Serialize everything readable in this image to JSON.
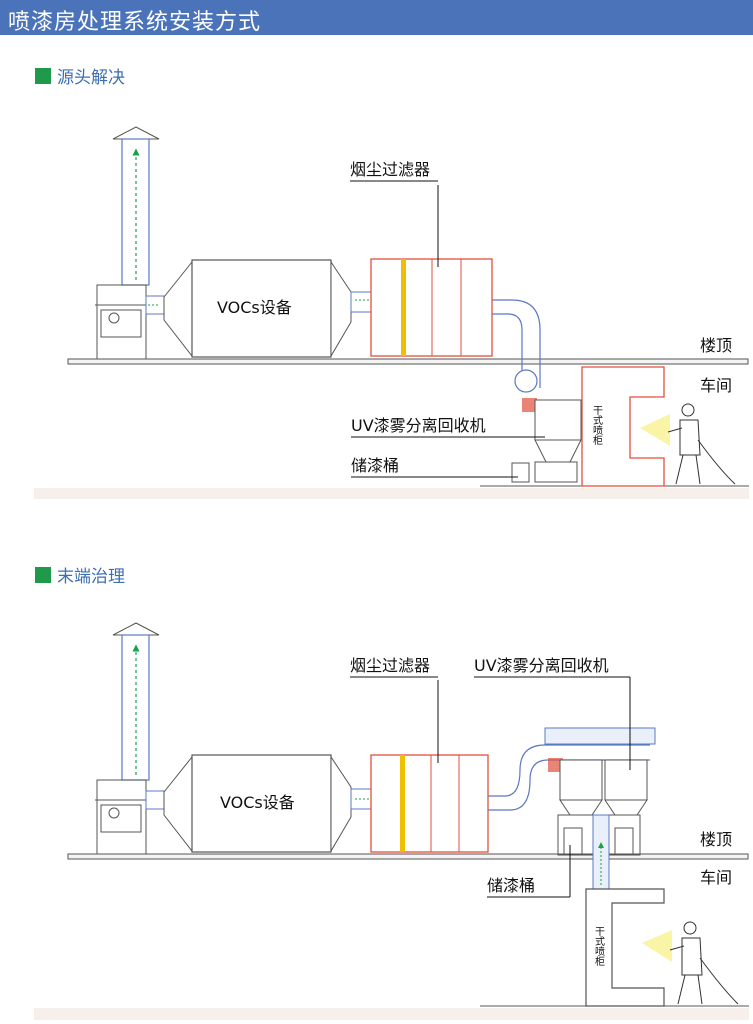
{
  "page_title": "喷漆房处理系统安装方式",
  "colors": {
    "title_bar": "#4a73b9",
    "section_square": "#1f9a4a",
    "duct": "#5b78c4",
    "equipment_red": "#e0503c",
    "filter_yellow": "#f0c000",
    "spray_yellow": "#f2e000",
    "airflow": "#19a14c"
  },
  "section1": {
    "heading": "源头解决",
    "labels": {
      "filter": "烟尘过滤器",
      "vocs": "VOCs设备",
      "uv": "UV漆雾分离回收机",
      "bucket": "储漆桶",
      "roof": "楼顶",
      "workshop": "车间",
      "booth": "干式喷柜"
    }
  },
  "section2": {
    "heading": "末端治理",
    "labels": {
      "filter": "烟尘过滤器",
      "uv": "UV漆雾分离回收机",
      "vocs": "VOCs设备",
      "bucket": "储漆桶",
      "roof": "楼顶",
      "workshop": "车间",
      "booth": "干式喷柜"
    }
  }
}
